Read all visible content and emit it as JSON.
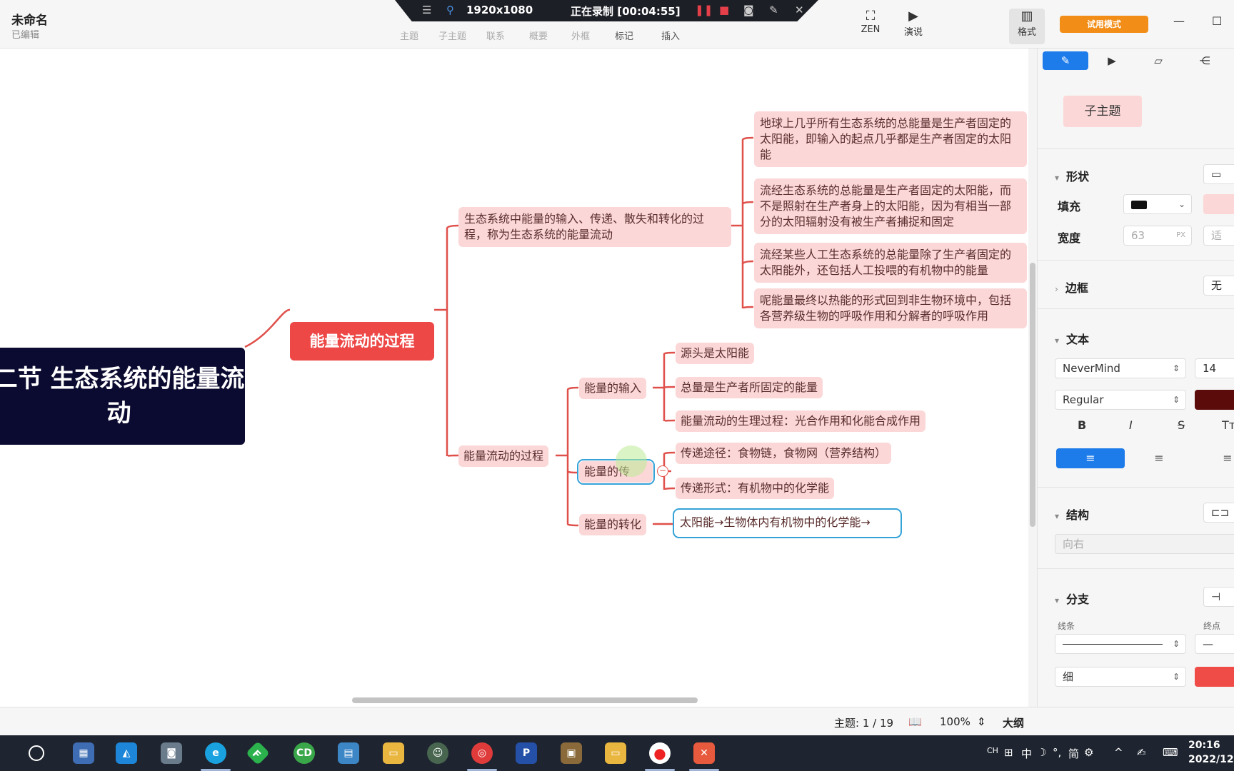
{
  "header": {
    "doc_title": "未命名",
    "doc_status": "已编辑",
    "menu": [
      "主题",
      "子主题",
      "联系",
      "概要",
      "外框",
      "标记",
      "插入"
    ],
    "zen_label": "ZEN",
    "present_label": "演说",
    "format_label": "格式",
    "trial_label": "试用模式"
  },
  "recorder": {
    "resolution": "1920x1080",
    "status": "正在录制 [00:04:55]"
  },
  "mindmap": {
    "central": "二节 生态系统的能量流动",
    "main_topic": "能量流动的过程",
    "branch1": {
      "label": "生态系统中能量的输入、传递、散失和转化的过程，称为生态系统的能量流动",
      "leaves": [
        "地球上几乎所有生态系统的总能量是生产者固定的太阳能，即输入的起点几乎都是生产者固定的太阳能",
        "流经生态系统的总能量是生产者固定的太阳能，而不是照射在生产者身上的太阳能，因为有相当一部分的太阳辐射没有被生产者捕捉和固定",
        "流经某些人工生态系统的总能量除了生产者固定的太阳能外，还包括人工投喂的有机物中的能量",
        "呢能量最终以热能的形式回到非生物环境中，包括各营养级生物的呼吸作用和分解者的呼吸作用"
      ]
    },
    "branch2": {
      "label": "能量流动的过程",
      "input": {
        "label": "能量的输入",
        "leaves": [
          "源头是太阳能",
          "总量是生产者所固定的能量",
          "能量流动的生理过程：光合作用和化能合成作用"
        ]
      },
      "transfer": {
        "label": "能量的传",
        "leaves": [
          "传递途径：食物链，食物网（营养结构）",
          "传递形式：有机物中的化学能"
        ]
      },
      "transform": {
        "label": "能量的转化",
        "leaves": [
          "太阳能→生物体内有机物中的化学能→"
        ]
      }
    }
  },
  "panel": {
    "style_preview": "子主题",
    "shape_section": "形状",
    "fill_label": "填充",
    "width_label": "宽度",
    "width_value": "63",
    "width_unit": "PX",
    "fit_label": "适",
    "border_section": "边框",
    "border_value": "无",
    "text_section": "文本",
    "font_family": "NeverMind",
    "font_size": "14",
    "font_weight": "Regular",
    "structure_section": "结构",
    "structure_value": "向右",
    "branch_section": "分支",
    "line_label": "线条",
    "end_label": "终点",
    "line_weight": "细",
    "colors": {
      "fill_swatch": "#111111",
      "fill_preview": "#fbd7d7",
      "text_color": "#5c0b0b",
      "branch_color": "#ef4b47",
      "accent": "#1d7bea"
    }
  },
  "statusbar": {
    "topic_count": "主题: 1 / 19",
    "zoom": "100%",
    "outline": "大纲"
  },
  "taskbar": {
    "ime": [
      "CH",
      "中",
      "简"
    ],
    "time": "20:16",
    "date": "2022/12"
  }
}
